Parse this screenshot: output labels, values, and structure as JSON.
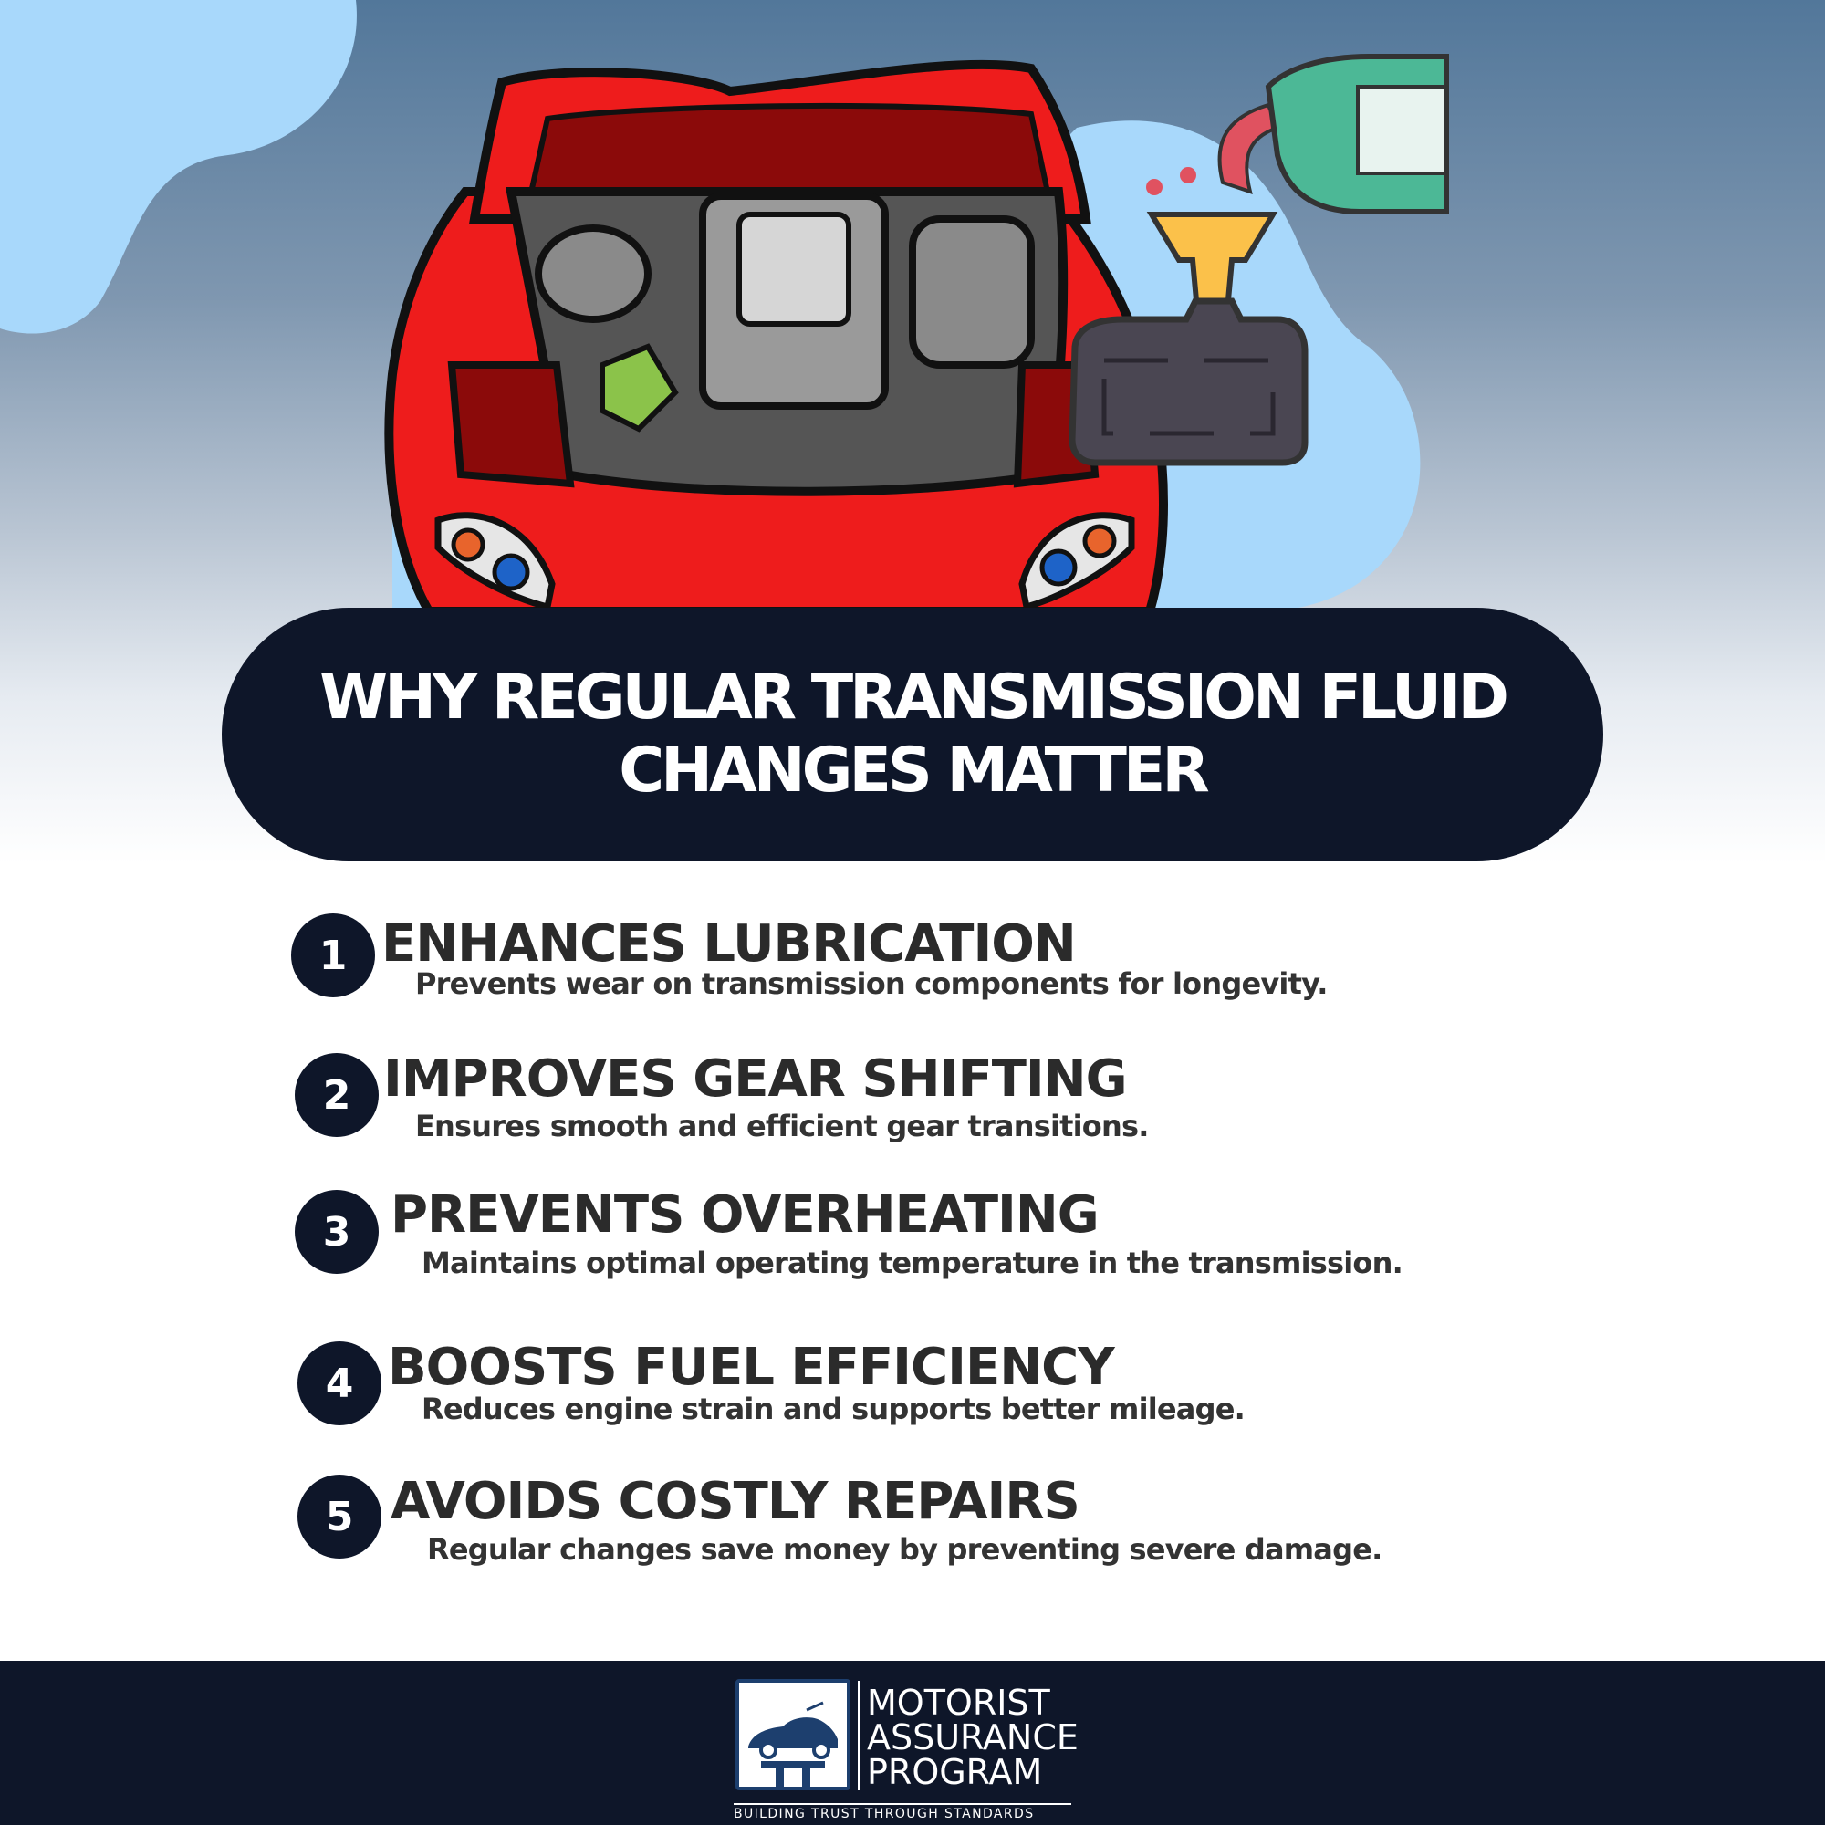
{
  "title": {
    "line1": "WHY REGULAR TRANSMISSION FLUID",
    "line2": "CHANGES MATTER"
  },
  "items": [
    {
      "number": "1",
      "heading": "ENHANCES LUBRICATION",
      "description": "Prevents wear on transmission components for longevity."
    },
    {
      "number": "2",
      "heading": "IMPROVES GEAR SHIFTING",
      "description": "Ensures smooth and efficient gear transitions."
    },
    {
      "number": "3",
      "heading": "PREVENTS OVERHEATING",
      "description": "Maintains optimal operating temperature in the transmission."
    },
    {
      "number": "4",
      "heading": "BOOSTS FUEL EFFICIENCY",
      "description": "Reduces engine strain and supports better mileage."
    },
    {
      "number": "5",
      "heading": "AVOIDS COSTLY REPAIRS",
      "description": "Regular changes save money by preventing severe damage."
    }
  ],
  "footer": {
    "logo_line1": "MOTORIST",
    "logo_line2": "ASSURANCE",
    "logo_line3": "PROGRAM",
    "tagline": "BUILDING TRUST THROUGH STANDARDS"
  },
  "colors": {
    "navy": "#0e1629",
    "car_red": "#ee1c1c",
    "sky_blue": "#a8d8fb",
    "jug_green": "#4cb896",
    "funnel_yellow": "#fbc14a"
  }
}
